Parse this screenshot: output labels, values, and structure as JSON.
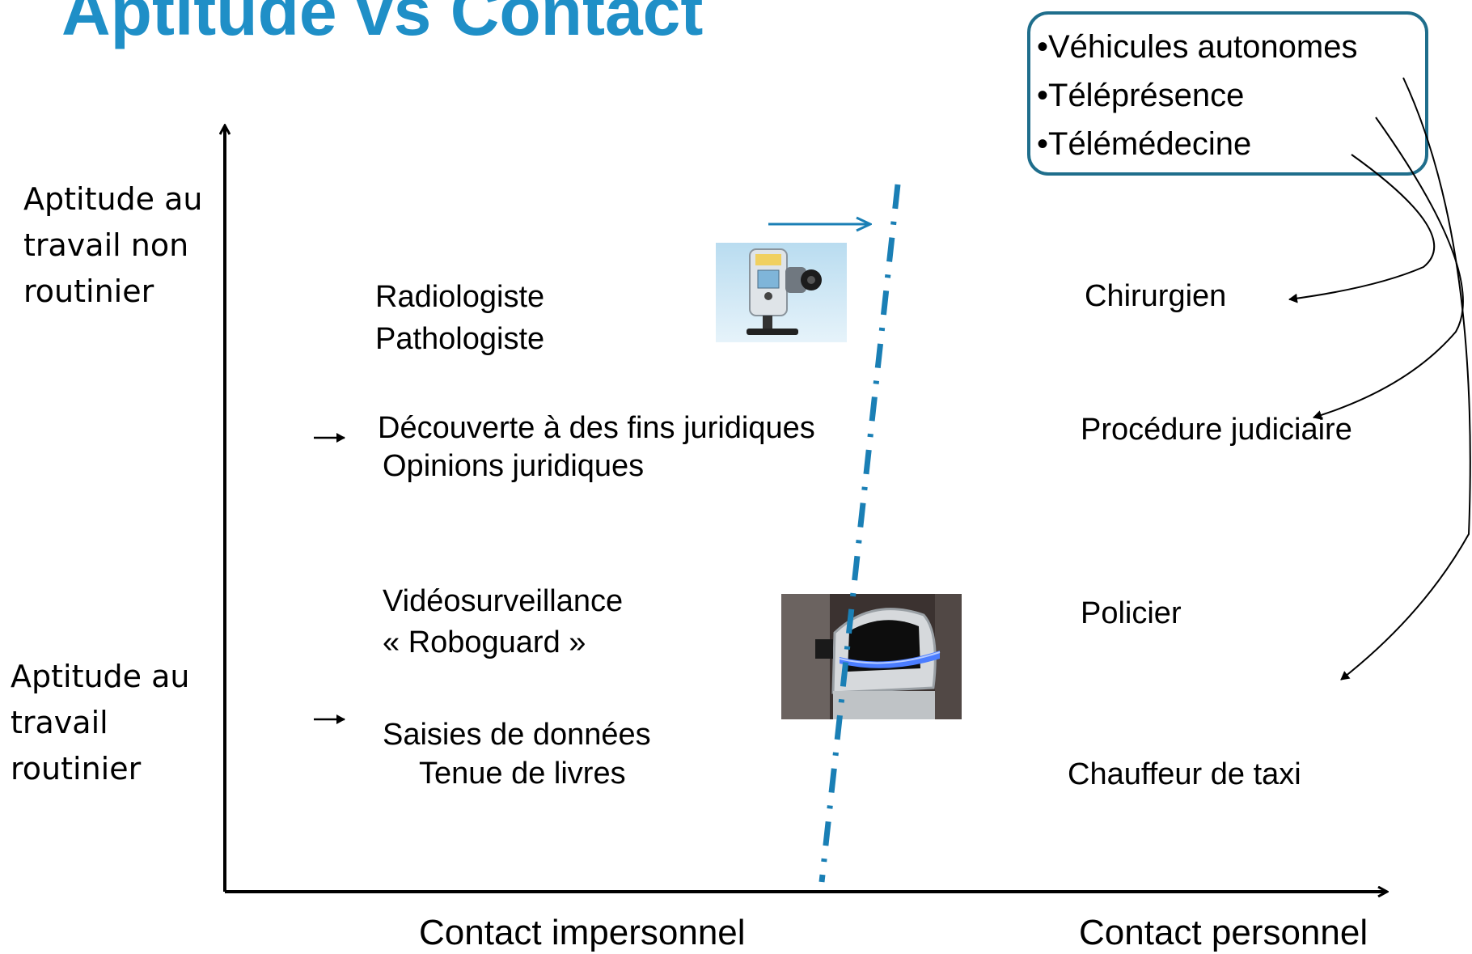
{
  "title": "Aptitude vs Contact",
  "y_axis": {
    "top_label": [
      "Aptitude au",
      "travail non",
      "routinier"
    ],
    "bottom_label": [
      "Aptitude au",
      "travail",
      "routinier"
    ]
  },
  "x_axis": {
    "left_label": "Contact impersonnel",
    "right_label": "Contact personnel"
  },
  "impersonal": {
    "group1": [
      "Radiologiste",
      "Pathologiste"
    ],
    "group2": [
      "Découverte à des fins juridiques",
      "Opinions juridiques"
    ],
    "group3": [
      "Vidéosurveillance",
      "« Roboguard »"
    ],
    "group4": [
      "Saisies de données",
      "Tenue de livres"
    ]
  },
  "personal": {
    "surgeon": "Chirurgien",
    "judicial": "Procédure judiciaire",
    "police": "Policier",
    "taxi": "Chauffeur de taxi"
  },
  "technologies": [
    "•Véhicules autonomes",
    "•Téléprésence",
    "•Télémédecine"
  ],
  "colors": {
    "title": "#1f8fc7",
    "divider": "#1a7fb5",
    "box_border": "#1f6e8c"
  },
  "icons": {
    "picture1": "x-ray-scanner-icon",
    "picture2": "security-robot-icon"
  }
}
